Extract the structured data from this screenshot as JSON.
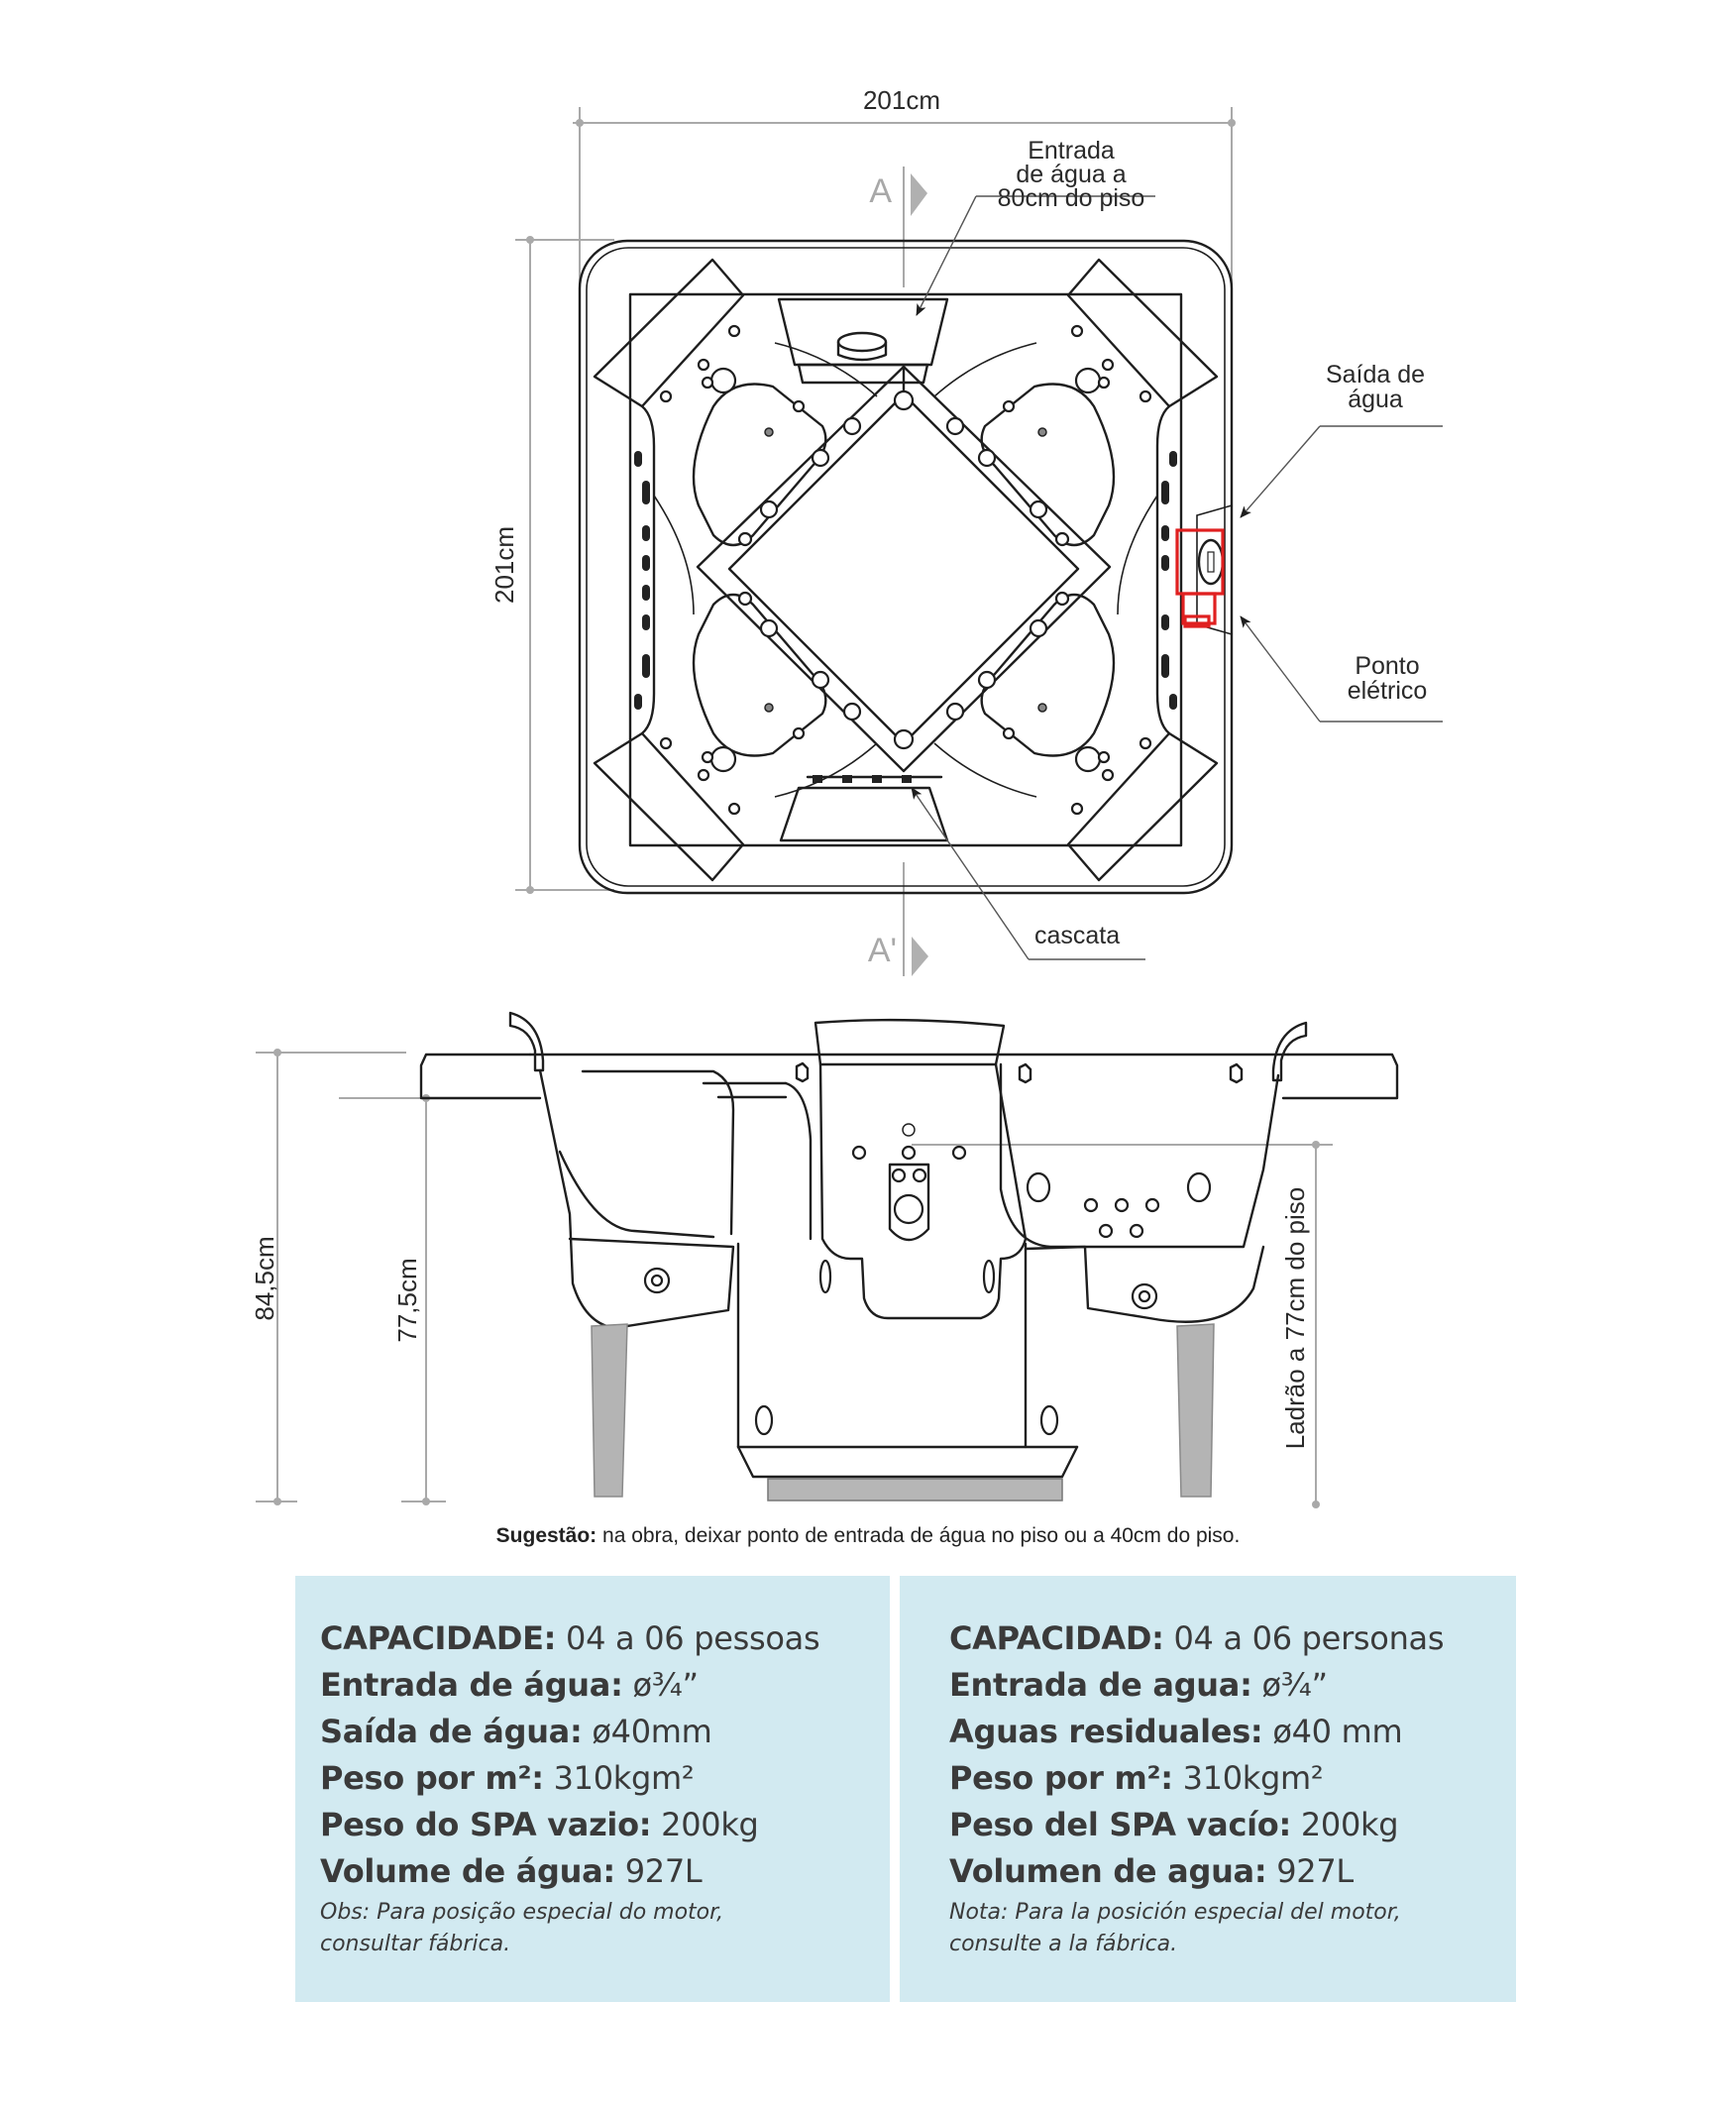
{
  "top_view": {
    "width_dimension": "201cm",
    "height_dimension": "201cm",
    "section_marker_top": "A",
    "section_marker_bottom": "A'",
    "callouts": {
      "water_inlet": [
        "Entrada",
        "de água a",
        "80cm do piso"
      ],
      "water_outlet": [
        "Saída de",
        "água"
      ],
      "electrical_point": [
        "Ponto",
        "elétrico"
      ],
      "waterfall": "cascata"
    }
  },
  "section_view": {
    "total_height": "84,5cm",
    "rim_height": "77,5cm",
    "overflow_label": "Ladrão a 77cm do piso"
  },
  "suggestion": {
    "label": "Sugestão:",
    "text": "na obra, deixar ponto de entrada de água no piso ou a 40cm do piso."
  },
  "specs": {
    "pt": {
      "rows": [
        {
          "key": "CAPACIDADE:",
          "value": "04 a 06 pessoas"
        },
        {
          "key": "Entrada de água:",
          "value": "ø¾”"
        },
        {
          "key": "Saída de água:",
          "value": "ø40mm"
        },
        {
          "key": "Peso por m²:",
          "value": "310kgm²"
        },
        {
          "key": "Peso do SPA vazio:",
          "value": "200kg"
        },
        {
          "key": "Volume de água:",
          "value": "927L"
        }
      ],
      "note_line1": "Obs: Para posição especial do motor,",
      "note_line2": "consultar fábrica."
    },
    "es": {
      "rows": [
        {
          "key": "CAPACIDAD:",
          "value": "04 a 06 personas"
        },
        {
          "key": "Entrada de agua:",
          "value": "ø¾”"
        },
        {
          "key": "Aguas residuales:",
          "value": "ø40 mm"
        },
        {
          "key": "Peso por m²:",
          "value": "310kgm²"
        },
        {
          "key": "Peso del SPA vacío:",
          "value": "200kg"
        },
        {
          "key": "Volumen de agua:",
          "value": "927L"
        }
      ],
      "note_line1": "Nota: Para la posición especial del motor,",
      "note_line2": "consulte a la fábrica."
    }
  },
  "colors": {
    "panel_background": "#d2eaf1",
    "highlight_red": "#e02020",
    "dimension_gray": "#a9a9a9"
  }
}
